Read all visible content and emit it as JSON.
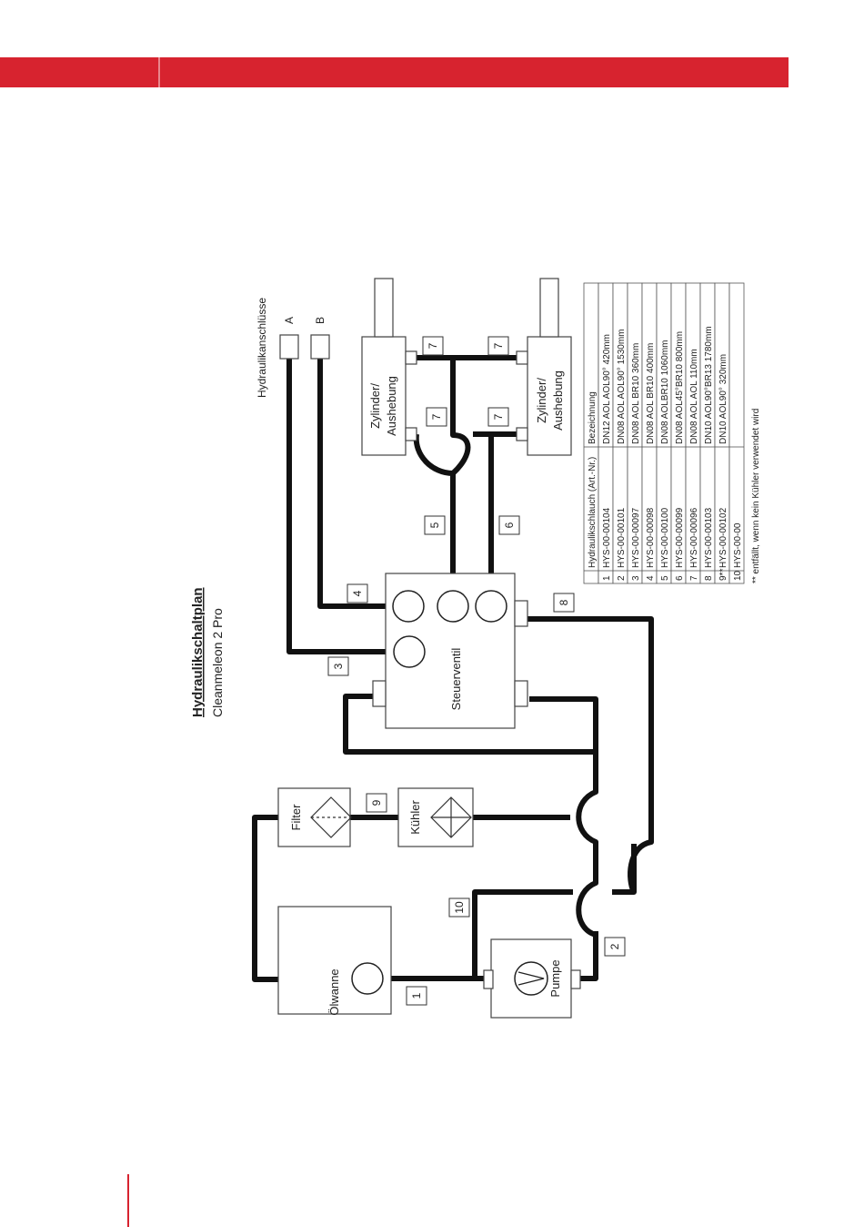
{
  "title": "Hydraulikschaltplan",
  "subtitle": "Cleanmeleon 2 Pro",
  "components": {
    "oelwanne": "Ölwanne",
    "pumpe": "Pumpe",
    "filter": "Filter",
    "kuehler": "Kühler",
    "steuerventil": "Steuerventil",
    "zylinder_line1": "Zylinder/",
    "zylinder_line2": "Aushebung"
  },
  "ports": {
    "heading": "Hydraulikanschlüsse",
    "a": "A",
    "b": "B"
  },
  "hose_labels": [
    "1",
    "2",
    "3",
    "4",
    "5",
    "6",
    "7",
    "8",
    "9",
    "10"
  ],
  "table": {
    "headers": [
      "",
      "Hydraulikschlauch (Art.-Nr.)",
      "Bezeichnung"
    ],
    "rows": [
      [
        "1",
        "HYS-00-00104",
        "DN12 AOL AOL90° 420mm"
      ],
      [
        "2",
        "HYS-00-00101",
        "DN08 AOL AOL90° 1530mm"
      ],
      [
        "3",
        "HYS-00-00097",
        "DN08 AOL BR10 360mm"
      ],
      [
        "4",
        "HYS-00-00098",
        "DN08 AOL BR10 400mm"
      ],
      [
        "5",
        "HYS-00-00100",
        "DN08 AOLBR10 1060mm"
      ],
      [
        "6",
        "HYS-00-00099",
        "DN08 AOL45°BR10 800mm"
      ],
      [
        "7",
        "HYS-00-00096",
        "DN08 AOL AOL 110mm"
      ],
      [
        "8",
        "HYS-00-00103",
        "DN10 AOL90°BR13 1780mm"
      ],
      [
        "9**",
        "HYS-00-00102",
        "DN10 AOL90° 320mm"
      ],
      [
        "10",
        "HYS-00-00",
        ""
      ]
    ],
    "footnote": "** entfällt, wenn kein Kühler verwendet wird"
  },
  "colors": {
    "brand_red": "#d7232f",
    "line": "#111111"
  }
}
